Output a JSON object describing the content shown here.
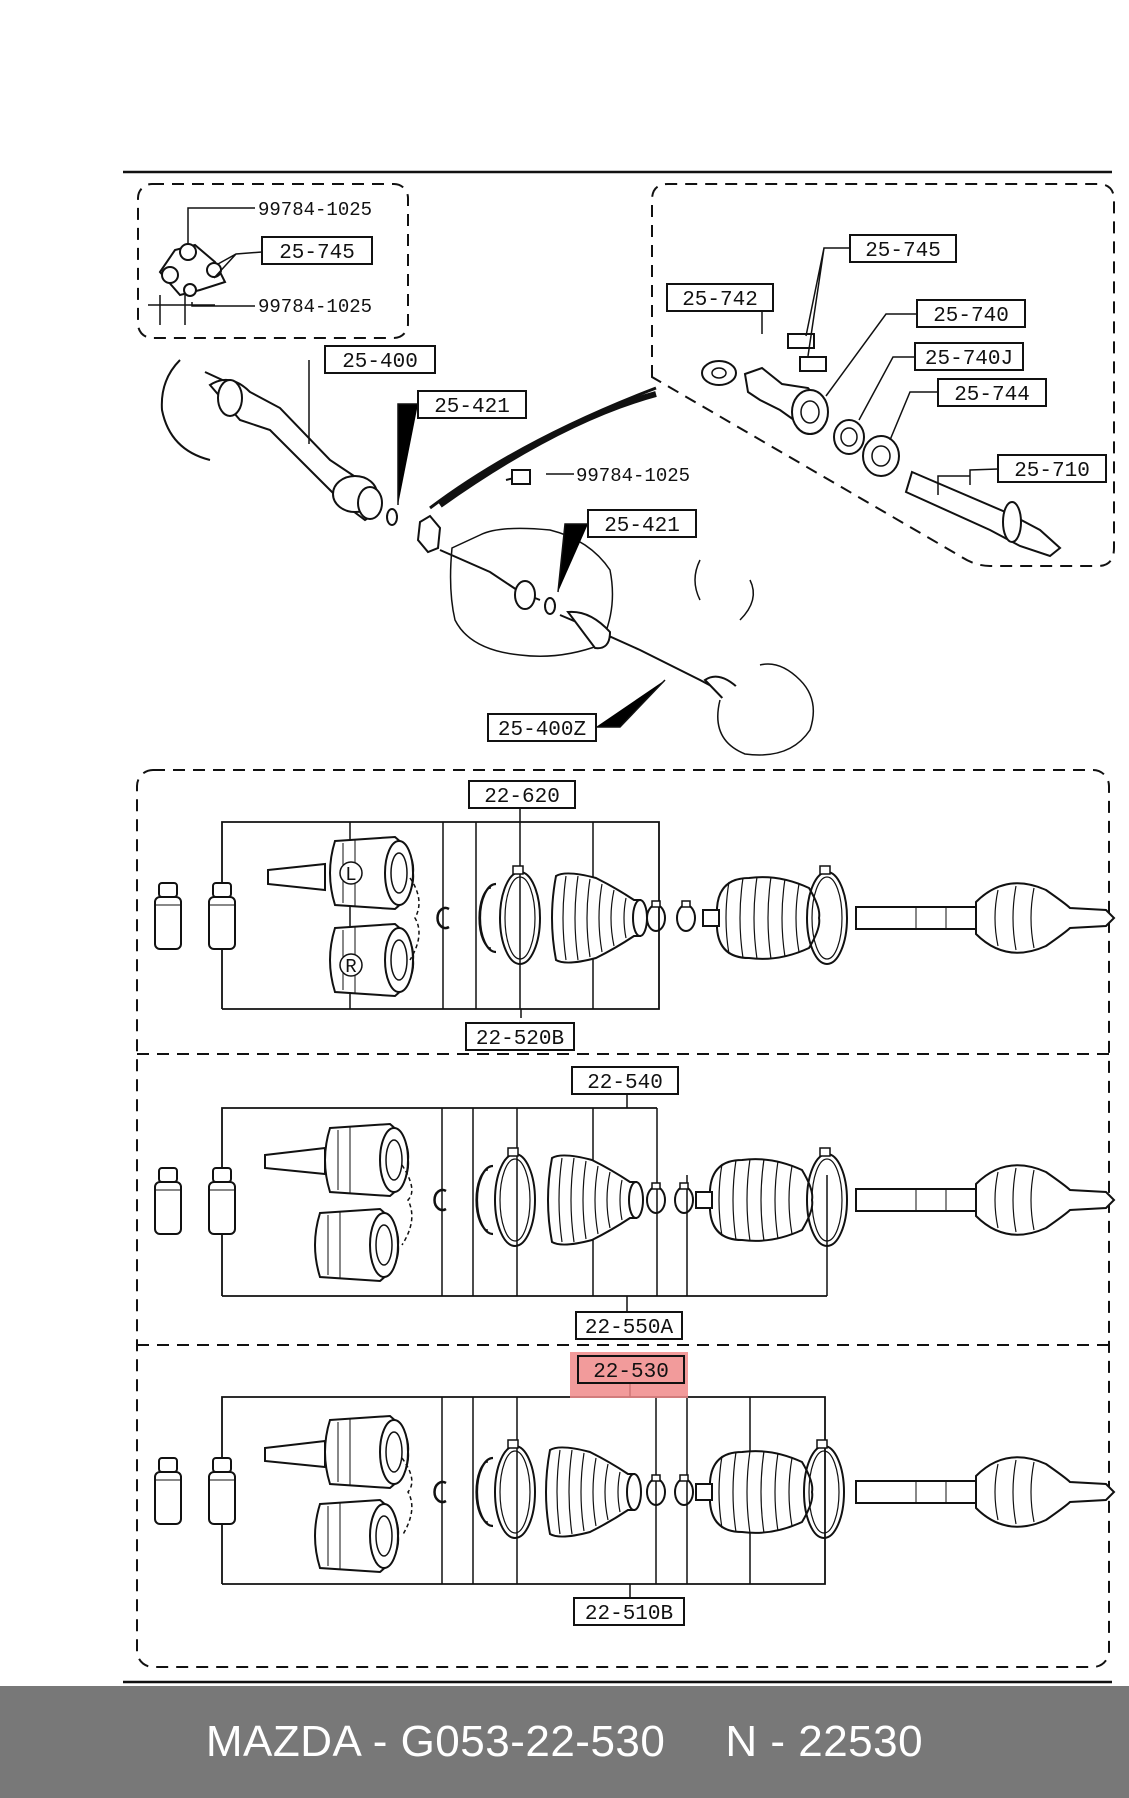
{
  "labels": {
    "p25_745_a": "25-745",
    "p99784_a": "99784-1025",
    "p99784_b": "99784-1025",
    "p25_400": "25-400",
    "p25_421_a": "25-421",
    "p99784_c": "99784-1025",
    "p25_421_b": "25-421",
    "p25_400z": "25-400Z",
    "p25_745_b": "25-745",
    "p25_742": "25-742",
    "p25_740": "25-740",
    "p25_740j": "25-740J",
    "p25_744": "25-744",
    "p25_710": "25-710",
    "p22_620": "22-620",
    "p22_520b": "22-520B",
    "p22_540": "22-540",
    "p22_550a": "22-550A",
    "p22_530": "22-530",
    "p22_510b": "22-510B",
    "mark_l": "L",
    "mark_r": "R"
  },
  "highlight_color": "#f08a8a",
  "footer": {
    "part": "MAZDA - G053-22-530",
    "code": "N - 22530"
  }
}
